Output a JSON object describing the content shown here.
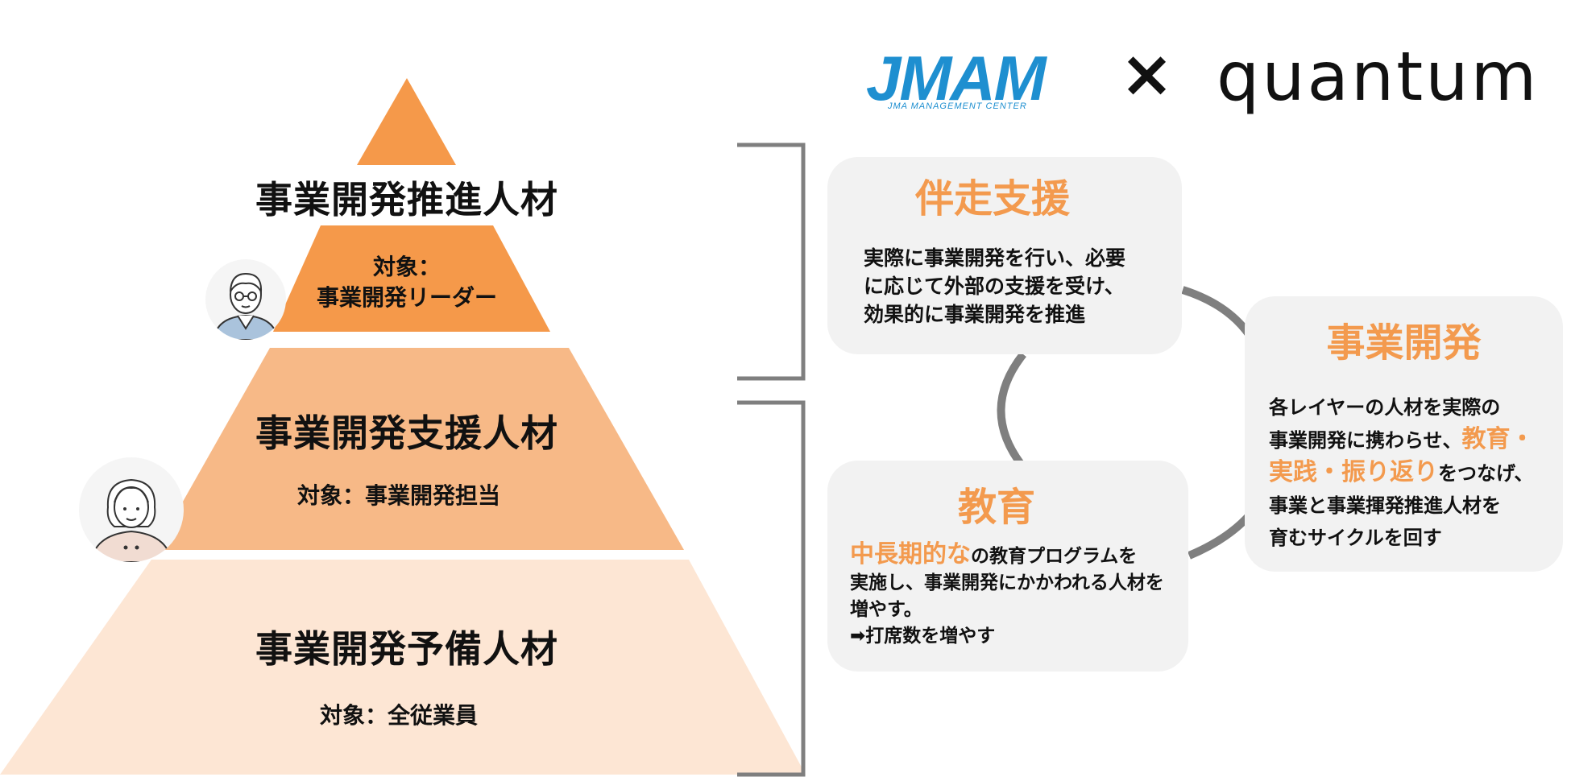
{
  "colors": {
    "tier_top": "#f5994a",
    "tier_middle": "#f7b987",
    "tier_bottom": "#fde6d4",
    "accent_orange": "#f39a4e",
    "card_bg": "#f2f2f2",
    "connector_gray": "#7f7f7f",
    "jmam_blue": "#1e8fd0"
  },
  "pyramid": {
    "top": {
      "title": "事業開発推進人材",
      "sub_line1": "対象：",
      "sub_line2": "事業開発リーダー"
    },
    "middle": {
      "title": "事業開発支援人材",
      "sub": "対象：事業開発担当"
    },
    "bottom": {
      "title": "事業開発予備人材",
      "sub": "対象：全従業員"
    }
  },
  "logos": {
    "jmam_main": "JMAM",
    "jmam_sub": "JMA MANAGEMENT CENTER",
    "times": "×",
    "quantum": "quantum"
  },
  "cards": {
    "support": {
      "title": "伴走支援",
      "lines": [
        "実際に事業開発を行い、必要",
        "に応じて外部の支援を受け、",
        "効果的に事業開発を推進"
      ]
    },
    "education": {
      "title": "教育",
      "highlight": "中長期的な",
      "line1_rest": "の教育プログラムを",
      "line2": "実施し、事業開発にかかわれる人材を",
      "line3": "増やす。",
      "line4": "➡打席数を増やす"
    },
    "bizdev": {
      "title": "事業開発",
      "line1": "各レイヤーの人材を実際の",
      "line2_pre": "事業開発に携わらせ、",
      "line2_highlight": "教育・",
      "line3_highlight": "実践・振り返り",
      "line3_rest": "をつなげ、",
      "line4": "事業と事業揮発推進人材を",
      "line5": "育むサイクルを回す"
    }
  }
}
